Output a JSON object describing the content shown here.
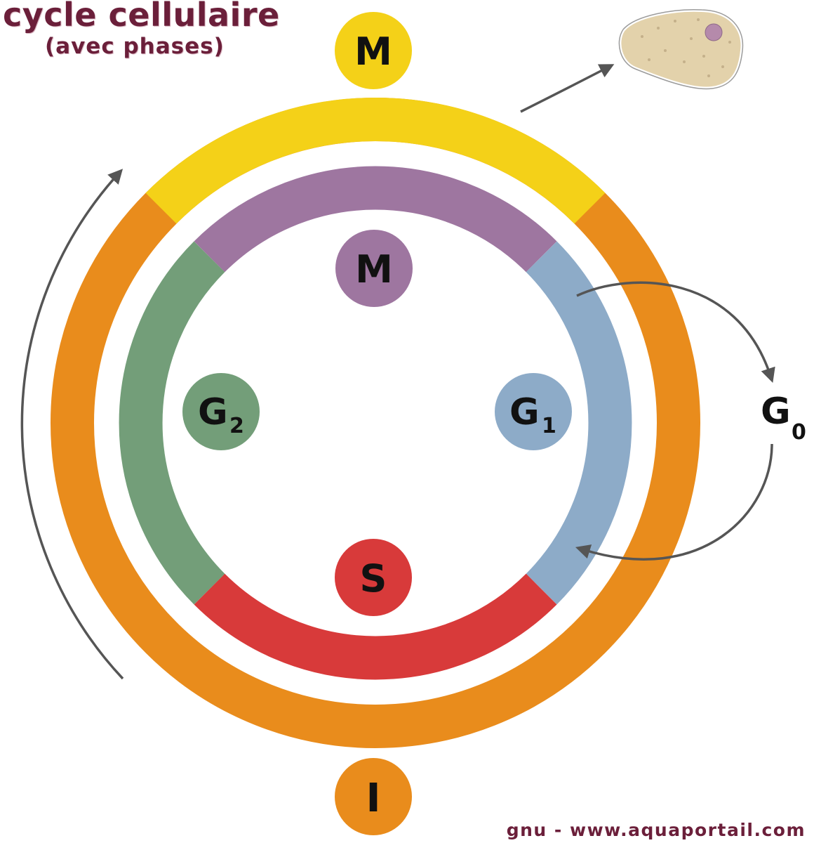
{
  "title": "cycle cellulaire",
  "subtitle": "(avec phases)",
  "credit": "gnu - www.aquaportail.com",
  "outer_ring": {
    "mitosis_label": "M",
    "interphase_label": "I"
  },
  "inner_ring": {
    "m_label": "M",
    "g1_label": "G",
    "g1_sub": "1",
    "s_label": "S",
    "g2_label": "G",
    "g2_sub": "2"
  },
  "g0": {
    "label": "G",
    "sub": "0"
  },
  "colors": {
    "mitosis_yellow": "#f4d118",
    "interphase_orange": "#e98c1c",
    "m_purple": "#9e76a0",
    "g1_blue": "#8dabc8",
    "s_red": "#d83a3a",
    "g2_green": "#739e79",
    "title_maroon": "#6b1f3a",
    "arrow_gray": "#555555"
  },
  "icons": [
    "resting-cell-icon"
  ]
}
